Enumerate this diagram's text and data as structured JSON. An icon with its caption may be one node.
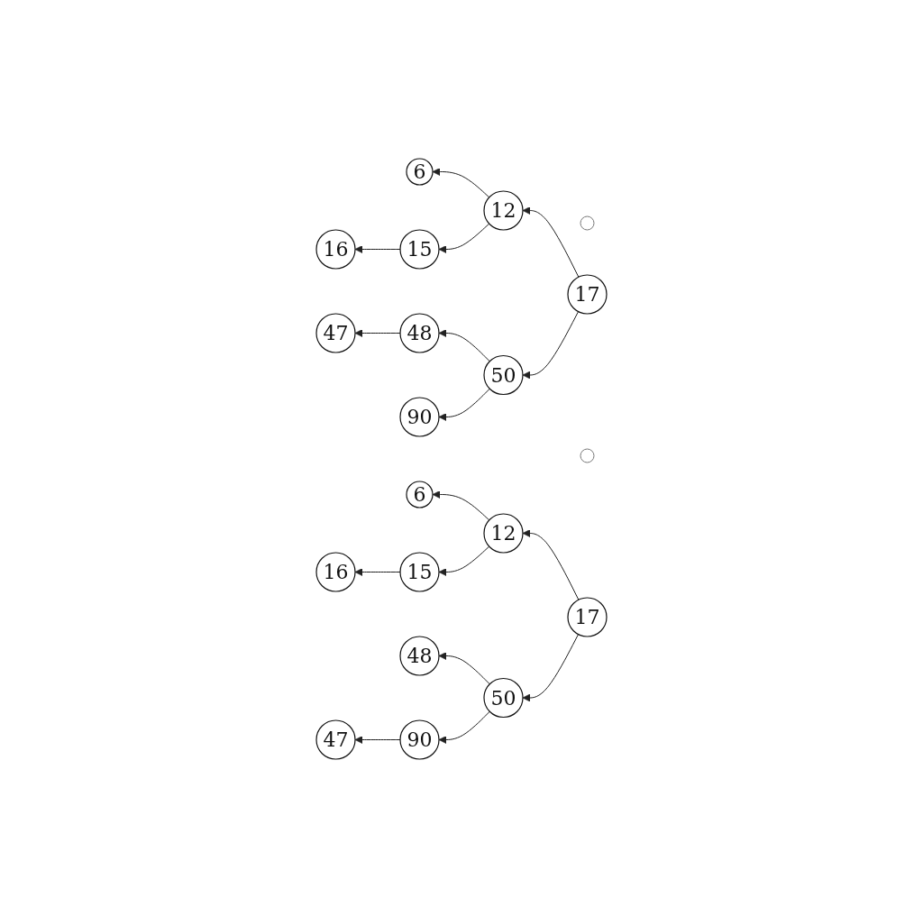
{
  "diagram": {
    "nodes": [
      {
        "text": [],
        "shape": "circle"
      },
      {
        "text": [
          "17"
        ]
      },
      {
        "text": [
          "12"
        ]
      },
      {
        "text": [
          "6"
        ]
      },
      {
        "text": [
          "15"
        ]
      },
      {
        "text": [
          "16"
        ]
      },
      {
        "text": [
          "50"
        ]
      },
      {
        "text": [
          "48"
        ]
      },
      {
        "text": [
          "47"
        ]
      },
      {
        "text": [
          "90"
        ]
      },
      {
        "text": [],
        "shape": "circle"
      },
      {
        "text": [
          "17"
        ]
      },
      {
        "text": [
          "12"
        ]
      },
      {
        "text": [
          "6"
        ]
      },
      {
        "text": [
          "15"
        ]
      },
      {
        "text": [
          "16"
        ]
      },
      {
        "text": [
          "50"
        ]
      },
      {
        "text": [
          "48"
        ]
      },
      {
        "text": [
          "47"
        ]
      },
      {
        "text": [
          "90"
        ]
      }
    ],
    "edges": [
      {
        "from": 1,
        "to": 2,
        "arrow": "to"
      },
      {
        "from": 1,
        "to": 6,
        "arrow": "to"
      },
      {
        "from": 2,
        "to": 3,
        "arrow": "to"
      },
      {
        "from": 2,
        "to": 4,
        "arrow": "to"
      },
      {
        "from": 4,
        "to": 5,
        "arrow": "to"
      },
      {
        "from": 6,
        "to": 7,
        "arrow": "to"
      },
      {
        "from": 6,
        "to": 9,
        "arrow": "to"
      },
      {
        "from": 7,
        "to": 8,
        "arrow": "to"
      },
      {
        "from": 11,
        "to": 12,
        "arrow": "to"
      },
      {
        "from": 11,
        "to": 16,
        "arrow": "to"
      },
      {
        "from": 12,
        "to": 13,
        "arrow": "to"
      },
      {
        "from": 12,
        "to": 14,
        "arrow": "to"
      },
      {
        "from": 14,
        "to": 15,
        "arrow": "to"
      },
      {
        "from": 16,
        "to": 17,
        "arrow": "to"
      },
      {
        "from": 16,
        "to": 19,
        "arrow": "to"
      },
      {
        "from": 19,
        "to": 18,
        "arrow": "to"
      }
    ]
  }
}
